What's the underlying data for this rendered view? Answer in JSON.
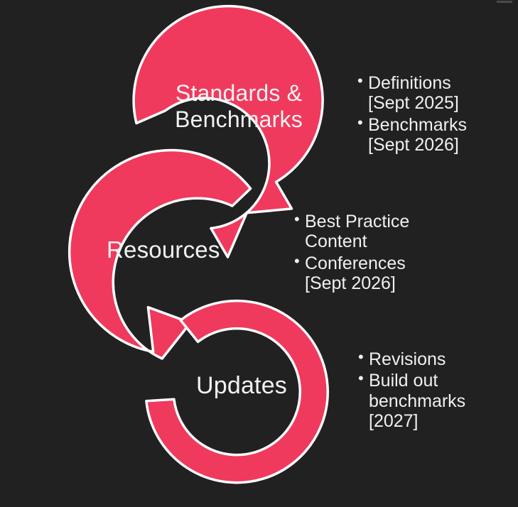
{
  "diagram": {
    "type": "cyclic-process",
    "background_color": "#212121",
    "accent_color": "#ef3a5d",
    "outline_color": "#ffffff",
    "text_color": "#f2f2f2",
    "nodes": [
      {
        "id": "standards",
        "label": "Standards &\nBenchmarks",
        "arrow_direction": "clockwise-down-left",
        "bullets": [
          "Definitions\n[Sept 2025]",
          "Benchmarks\n[Sept 2026]"
        ]
      },
      {
        "id": "resources",
        "label": "Resources",
        "arrow_direction": "counterclockwise-down-right",
        "bullets": [
          "Best Practice\nContent",
          "Conferences\n[Sept 2026]"
        ]
      },
      {
        "id": "updates",
        "label": "Updates",
        "arrow_direction": "clockwise-open",
        "bullets": [
          "Revisions",
          "Build out\nbenchmarks\n[2027]"
        ]
      }
    ]
  }
}
